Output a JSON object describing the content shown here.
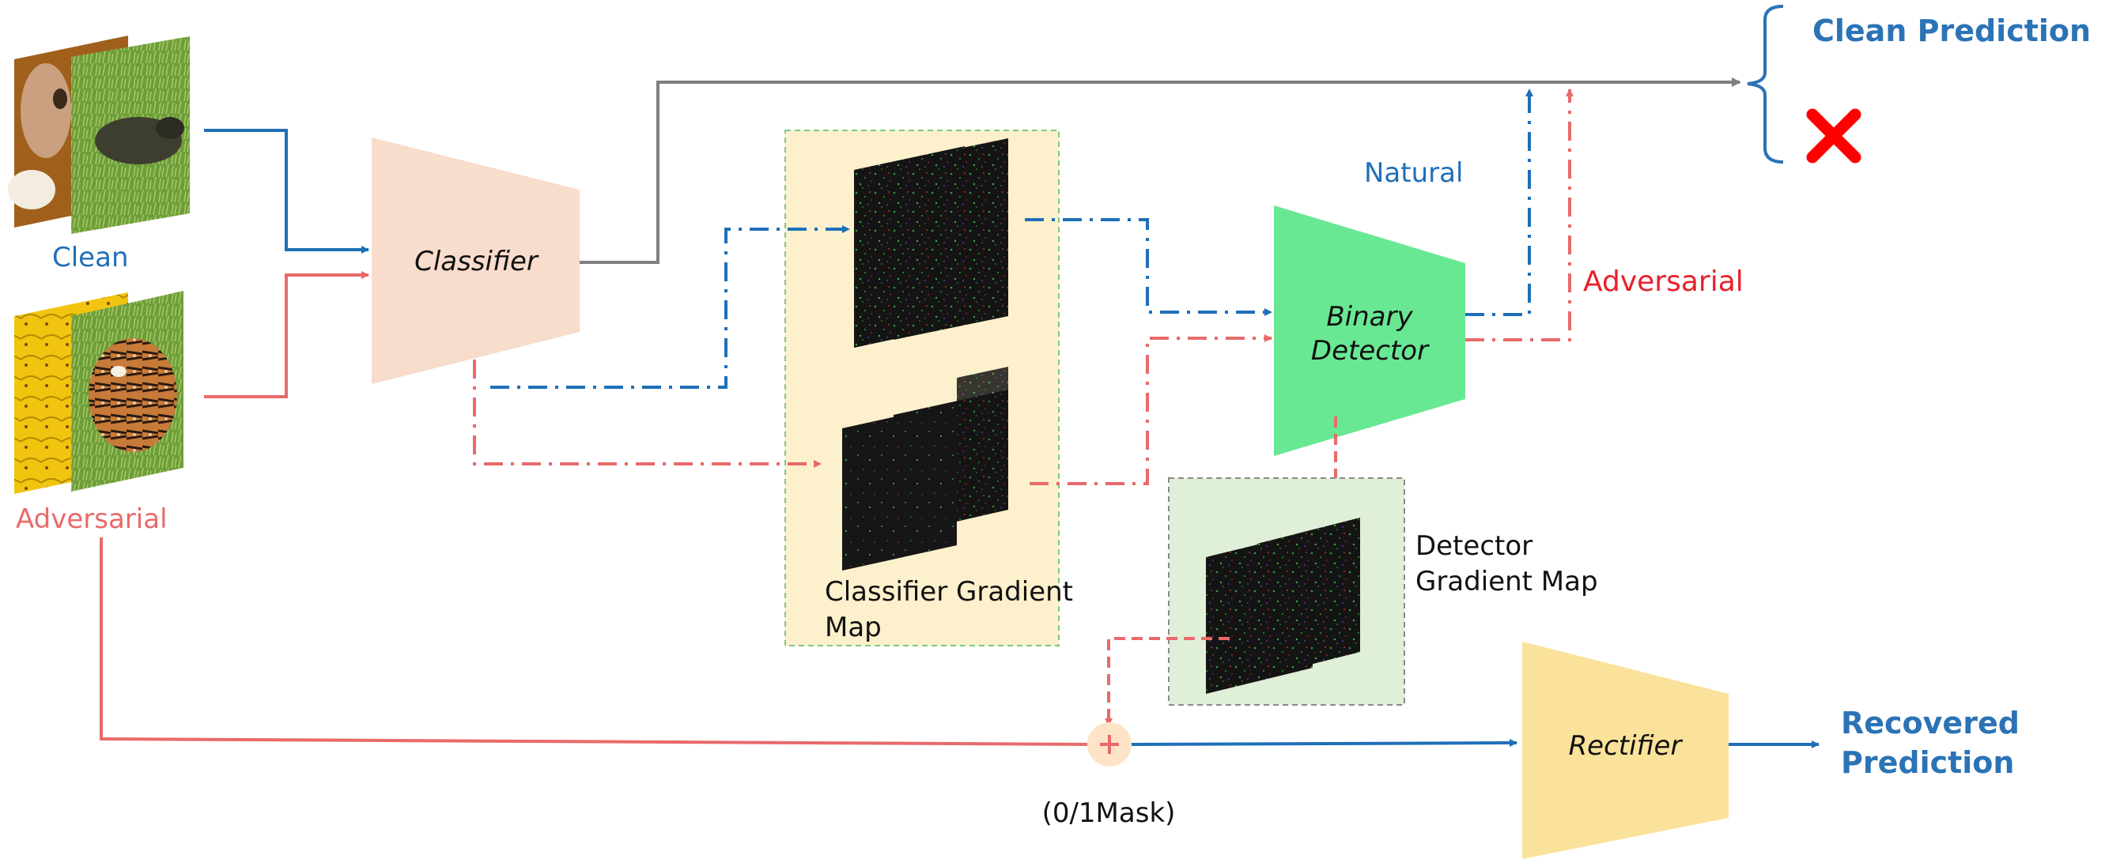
{
  "labels": {
    "clean": "Clean",
    "adversarial_input": "Adversarial",
    "classifier": "Classifier",
    "classifier_gradient_map_line1": "Classifier Gradient",
    "classifier_gradient_map_line2": "Map",
    "natural": "Natural",
    "adversarial_branch": "Adversarial",
    "binary_detector_line1": "Binary",
    "binary_detector_line2": "Detector",
    "detector_gradient_map_line1": "Detector",
    "detector_gradient_map_line2": "Gradient Map",
    "clean_prediction": "Clean Prediction",
    "mask": "(0/1Mask)",
    "rectifier": "Rectifier",
    "recovered_prediction_line1": "Recovered",
    "recovered_prediction_line2": "Prediction"
  },
  "colors": {
    "blue_path": "#1f6fb8",
    "red_path": "#e86a6a",
    "gray_path": "#7f7f7f",
    "classifier_fill": "#f8dccc",
    "detector_fill": "#69e894",
    "rectifier_fill": "#fae29a",
    "classifier_map_bg": "#fdf0cc",
    "detector_map_bg": "#e0efd8",
    "reject_mark": "#ff0000"
  },
  "icons": {
    "reject": "red-x-icon",
    "add": "plus-circle-icon"
  }
}
